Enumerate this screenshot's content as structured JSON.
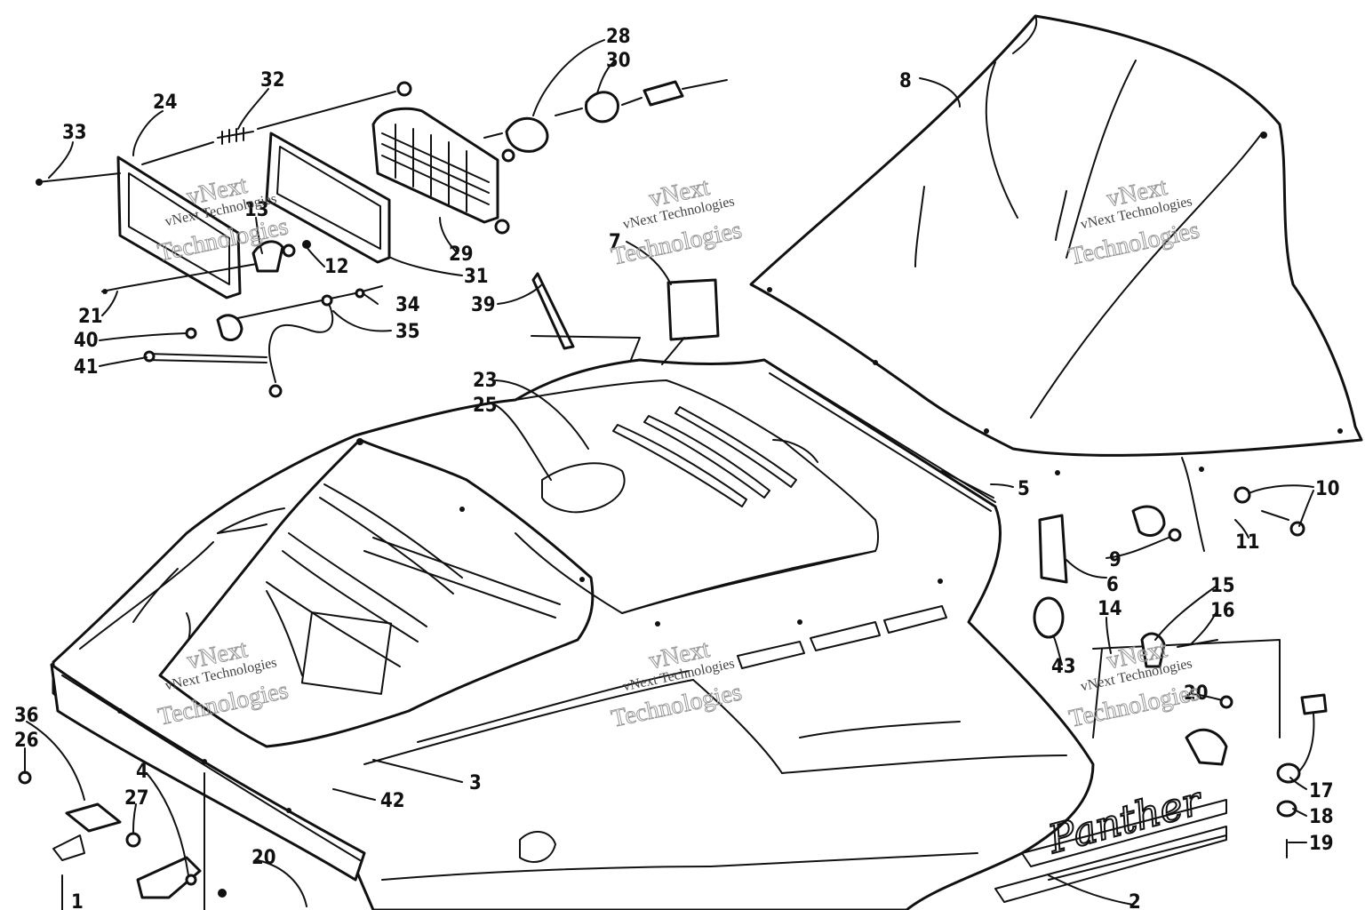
{
  "watermark": {
    "line1": "vNext",
    "line2": "vNext Technologies",
    "line3": "Technologies"
  },
  "brand_logo": "Panther",
  "callouts": [
    {
      "id": "33",
      "label": "33"
    },
    {
      "id": "24",
      "label": "24"
    },
    {
      "id": "32",
      "label": "32"
    },
    {
      "id": "28",
      "label": "28"
    },
    {
      "id": "30",
      "label": "30"
    },
    {
      "id": "8",
      "label": "8"
    },
    {
      "id": "13",
      "label": "13"
    },
    {
      "id": "12",
      "label": "12"
    },
    {
      "id": "29",
      "label": "29"
    },
    {
      "id": "31",
      "label": "31"
    },
    {
      "id": "39",
      "label": "39"
    },
    {
      "id": "7",
      "label": "7"
    },
    {
      "id": "21",
      "label": "21"
    },
    {
      "id": "34",
      "label": "34"
    },
    {
      "id": "35",
      "label": "35"
    },
    {
      "id": "40",
      "label": "40"
    },
    {
      "id": "41",
      "label": "41"
    },
    {
      "id": "23",
      "label": "23"
    },
    {
      "id": "25",
      "label": "25"
    },
    {
      "id": "5",
      "label": "5"
    },
    {
      "id": "10",
      "label": "10"
    },
    {
      "id": "11",
      "label": "11"
    },
    {
      "id": "9",
      "label": "9"
    },
    {
      "id": "6",
      "label": "6"
    },
    {
      "id": "15",
      "label": "15"
    },
    {
      "id": "14",
      "label": "14"
    },
    {
      "id": "16",
      "label": "16"
    },
    {
      "id": "43",
      "label": "43"
    },
    {
      "id": "20",
      "label": "20"
    },
    {
      "id": "36",
      "label": "36"
    },
    {
      "id": "26",
      "label": "26"
    },
    {
      "id": "4",
      "label": "4"
    },
    {
      "id": "27",
      "label": "27"
    },
    {
      "id": "3",
      "label": "3"
    },
    {
      "id": "42",
      "label": "42"
    },
    {
      "id": "17",
      "label": "17"
    },
    {
      "id": "18",
      "label": "18"
    },
    {
      "id": "19",
      "label": "19"
    },
    {
      "id": "2",
      "label": "2"
    },
    {
      "id": "20b",
      "label": "20"
    },
    {
      "id": "1",
      "label": "1"
    }
  ]
}
